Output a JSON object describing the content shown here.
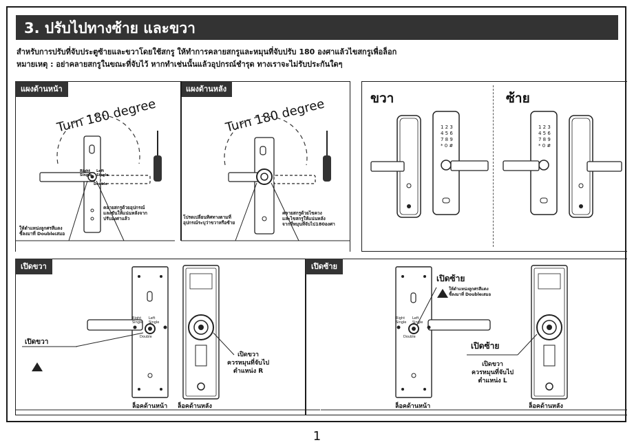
{
  "title": "3. ปรับไปทางซ้าย และขวา",
  "intro": {
    "line1": "สำหรับการปรับที่จับประตูซ้ายและขวาโดยใช้สกรู ให้ทำการคลายสกรูและหมุนที่จับปรับ 180 องศาแล้วไขสกรูเพื่อล็อก",
    "line2": "หมายเหตุ : อย่าคลายสกรูในขณะที่จับไว้ หากทำเช่นนั้นแล้วอุปกรณ์ชำรุด ทางเราจะไม่รับประกันใดๆ"
  },
  "front_panel": {
    "tag": "แผงด้านหน้า",
    "turn_text": "Turn 180 degree",
    "right_single": "Right\nSingle",
    "left_single": "Left\nSingle",
    "double": "Double",
    "note_left": "ให้ตำแหน่งลูกศรสีแดง\nชี้ลงมาที่ Doubleเสมอ",
    "note_right": "คลายสกรูด้วยอุปกรณ์\nและขันให้แน่นหลังจาก\nปรับองศาแล้ว"
  },
  "back_panel": {
    "tag": "แผงด้านหลัง",
    "turn_text": "Turn 180 degree",
    "note_left": "โปรดเปลี่ยนทิศทางตามที่\nอุปกรณ์ระบุว่าขวาหรือซ้าย",
    "note_right": "คลายสกรูด้วยไขควง\nและไขสกรูให้แน่นหลัง\nจากที่หมุนที่จับไป180องศา"
  },
  "direction_panel": {
    "right_label": "ขวา",
    "left_label": "ซ้าย",
    "keypad": [
      "1 2 3",
      "4 5 6",
      "7 8 9",
      "* 0 #"
    ]
  },
  "open_right": {
    "tag": "เปิดขวา",
    "label": "เปิดขวา",
    "rotate_note": "เปิดขวา\nควรหมุนที่จับไป\nตำแหน่ง R",
    "caption_front": "ล็อคด้านหน้า",
    "caption_back": "ล็อคด้านหลัง",
    "right_single": "Right\nSingle",
    "left_single": "Left\nSingle",
    "double": "Double"
  },
  "open_left": {
    "tag": "เปิดซ้าย",
    "label_top": "เปิดซ้าย",
    "warn_note": "ให้ตำแหน่งลูกศรสีแดง\nชี้ลงมาที่ Doubleเสมอ",
    "label_mid": "เปิดซ้าย",
    "rotate_note": "เปิดขวา\nควรหมุนที่จับไป\nตำแหน่ง L",
    "caption_front": "ล็อคด้านหน้า",
    "caption_back": "ล็อคด้านหลัง",
    "right_single": "Right\nSingle",
    "left_single": "Left\nSingle",
    "double": "Double"
  },
  "page_number": "1"
}
